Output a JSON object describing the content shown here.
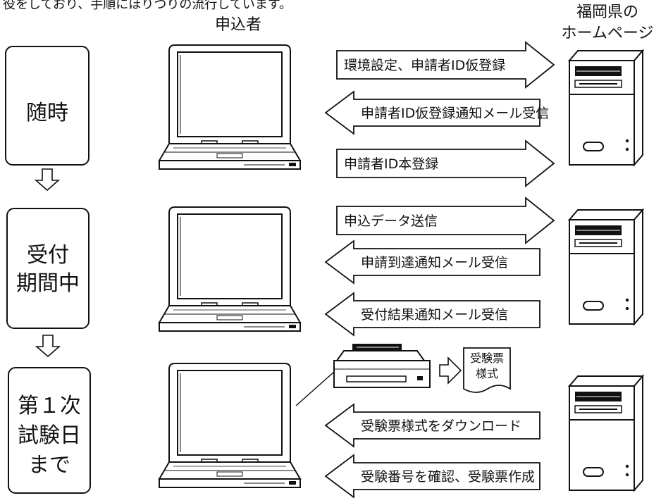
{
  "header": {
    "top_fragment": "役をしており、手順にほりつりの流行しています。",
    "applicant": "申込者",
    "homepage_line1": "福岡県の",
    "homepage_line2": "ホームページ"
  },
  "phases": [
    {
      "lines": [
        "随時"
      ]
    },
    {
      "lines": [
        "受付",
        "期間中"
      ]
    },
    {
      "lines": [
        "第１次",
        "試験日",
        "まで"
      ]
    }
  ],
  "arrows": [
    {
      "label": "環境設定、申請者ID仮登録",
      "direction": "right"
    },
    {
      "label": "申請者ID仮登録通知メール受信",
      "direction": "left"
    },
    {
      "label": "申請者ID本登録",
      "direction": "right"
    },
    {
      "label": "申込データ送信",
      "direction": "right"
    },
    {
      "label": "申請到達通知メール受信",
      "direction": "left"
    },
    {
      "label": "受付結果通知メール受信",
      "direction": "left"
    },
    {
      "label": "受験票様式をダウンロード",
      "direction": "left"
    },
    {
      "label": "受験番号を確認、受験票作成",
      "direction": "left"
    }
  ],
  "printout": {
    "line1": "受験票",
    "line2": "様式"
  }
}
